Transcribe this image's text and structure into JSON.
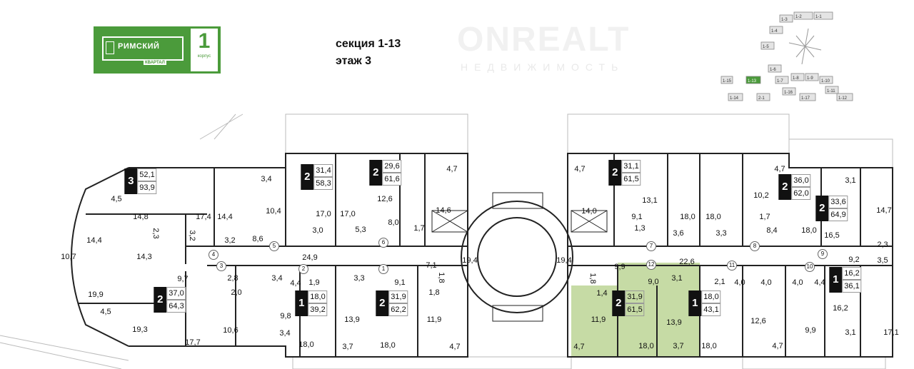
{
  "logo": {
    "name": "РИМСКИЙ",
    "sub": "КВАРТАЛ",
    "building_number": "1",
    "building_label": "корпус"
  },
  "header": {
    "section": "секция 1-13",
    "floor": "этаж 3"
  },
  "watermark": {
    "title": "ONREALT",
    "subtitle": "НЕДВИЖИМОСТЬ"
  },
  "key_plan": {
    "sections": [
      "1-1",
      "1-2",
      "1-3",
      "1-4",
      "1-5",
      "1-6",
      "1-7",
      "1-8",
      "1-9",
      "1-10",
      "1-11",
      "1-12",
      "1-13",
      "1-14",
      "1-15",
      "1-16",
      "1-17",
      "2-1"
    ],
    "current": "1-13",
    "highlight_color": "#4b9b3b"
  },
  "colors": {
    "highlight": "#c6dba5",
    "wall": "#111111",
    "brand": "#4b9b3b"
  },
  "apartments": [
    {
      "rooms": "3",
      "living": "52,1",
      "total": "93,9"
    },
    {
      "rooms": "2",
      "living": "31,4",
      "total": "58,3"
    },
    {
      "rooms": "2",
      "living": "29,6",
      "total": "61,6"
    },
    {
      "rooms": "2",
      "living": "31,1",
      "total": "61,5"
    },
    {
      "rooms": "2",
      "living": "36,0",
      "total": "62,0"
    },
    {
      "rooms": "2",
      "living": "33,6",
      "total": "64,9"
    },
    {
      "rooms": "2",
      "living": "37,0",
      "total": "64,3"
    },
    {
      "rooms": "1",
      "living": "18,0",
      "total": "39,2"
    },
    {
      "rooms": "2",
      "living": "31,9",
      "total": "62,2"
    },
    {
      "rooms": "2",
      "living": "31,9",
      "total": "61,5",
      "selected": true
    },
    {
      "rooms": "1",
      "living": "18,0",
      "total": "43,1"
    },
    {
      "rooms": "1",
      "living": "16,2",
      "total": "36,1"
    }
  ],
  "room_areas": [
    "4,5",
    "14,8",
    "17,4",
    "14,4",
    "3,4",
    "10,4",
    "17,0",
    "17,0",
    "14,4",
    "2,3",
    "3,2",
    "3,2",
    "8,6",
    "3,0",
    "5,3",
    "10,7",
    "14,3",
    "24,9",
    "9,7",
    "2,8",
    "3,4",
    "4,4",
    "1,9",
    "3,3",
    "19,9",
    "2,0",
    "4,5",
    "9,8",
    "10,6",
    "19,3",
    "3,4",
    "17,7",
    "18,0",
    "3,7",
    "13,9",
    "12,6",
    "14,6",
    "4,7",
    "8,0",
    "1,7",
    "19,4",
    "19,4",
    "7,1",
    "1,8",
    "9,1",
    "1,8",
    "11,9",
    "18,0",
    "4,7",
    "11,9",
    "4,7",
    "14,0",
    "4,7",
    "9,9",
    "1,8",
    "1,4",
    "13,1",
    "9,1",
    "1,3",
    "18,0",
    "18,0",
    "3,6",
    "3,3",
    "4,7",
    "10,2",
    "1,7",
    "8,4",
    "18,0",
    "16,5",
    "3,1",
    "14,7",
    "2,3",
    "3,5",
    "22,6",
    "9,2",
    "9,0",
    "3,1",
    "2,1",
    "4,0",
    "4,0",
    "4,0",
    "4,4",
    "12,6",
    "9,9",
    "16,2",
    "3,1",
    "17,1",
    "13,9",
    "18,0",
    "3,7",
    "18,0",
    "4,7"
  ],
  "entrances": [
    "1",
    "2",
    "3",
    "4",
    "5",
    "6",
    "7",
    "8",
    "9",
    "10",
    "11",
    "12"
  ]
}
